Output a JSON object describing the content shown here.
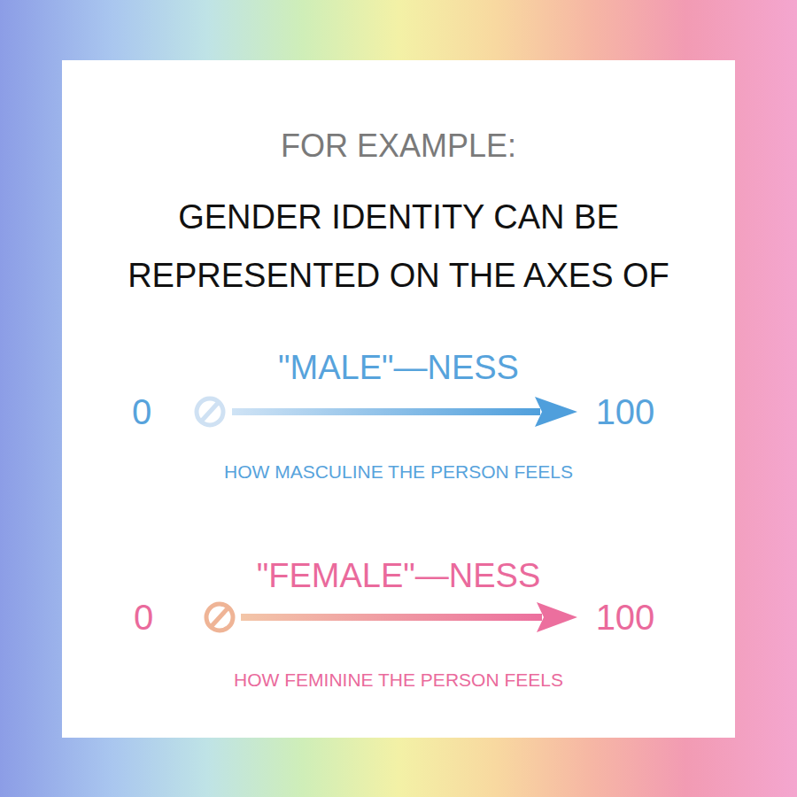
{
  "diagram": {
    "title": "GENDER IDENTITY CAN BE REPRESENTED ON THE AXES OF",
    "labels": [
      "FOR EXAMPLE:",
      "\"MALE\"—NESS",
      "0",
      "100",
      "HOW MASCULINE THE PERSON FEELS",
      "\"FEMALE\"—NESS",
      "0",
      "100",
      "HOW FEMININE THE PERSON FEELS"
    ]
  }
}
